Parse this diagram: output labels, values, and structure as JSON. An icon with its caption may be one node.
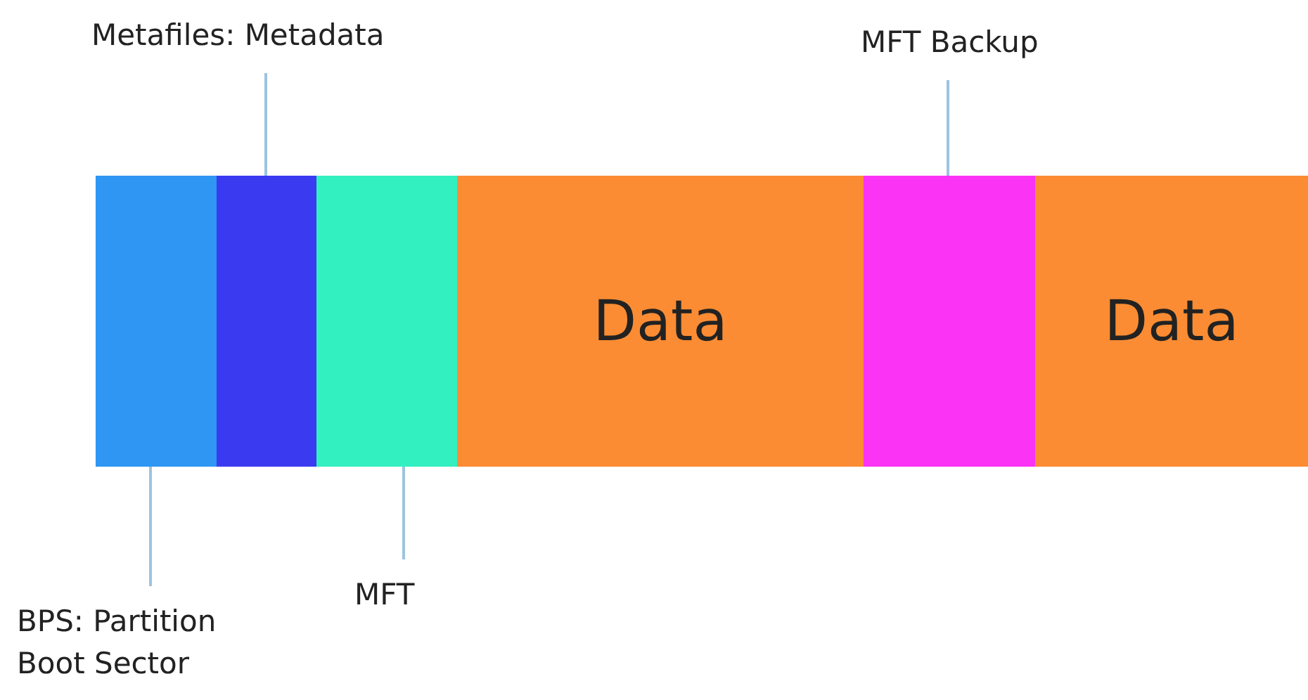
{
  "diagram": {
    "nodes": [
      {
        "text": [],
        "shape": "box"
      },
      {
        "text": [],
        "shape": "box"
      },
      {
        "text": [],
        "shape": "box"
      },
      {
        "text": [
          "Data"
        ]
      },
      {
        "text": [],
        "shape": "box"
      },
      {
        "text": [
          "Data"
        ]
      },
      {
        "text": [
          "Metafiles: Metadata"
        ]
      },
      {
        "text": [
          "MFT Backup"
        ]
      },
      {
        "text": [
          "BPS: Partition Boot Sector"
        ]
      },
      {
        "text": [
          "MFT"
        ]
      }
    ],
    "edges": [
      {
        "from": 6,
        "to": 1,
        "arrow": "none"
      },
      {
        "from": 7,
        "to": 4,
        "arrow": "none"
      },
      {
        "from": 8,
        "to": 0,
        "arrow": "none"
      },
      {
        "from": 9,
        "to": 2,
        "arrow": "none"
      }
    ]
  }
}
